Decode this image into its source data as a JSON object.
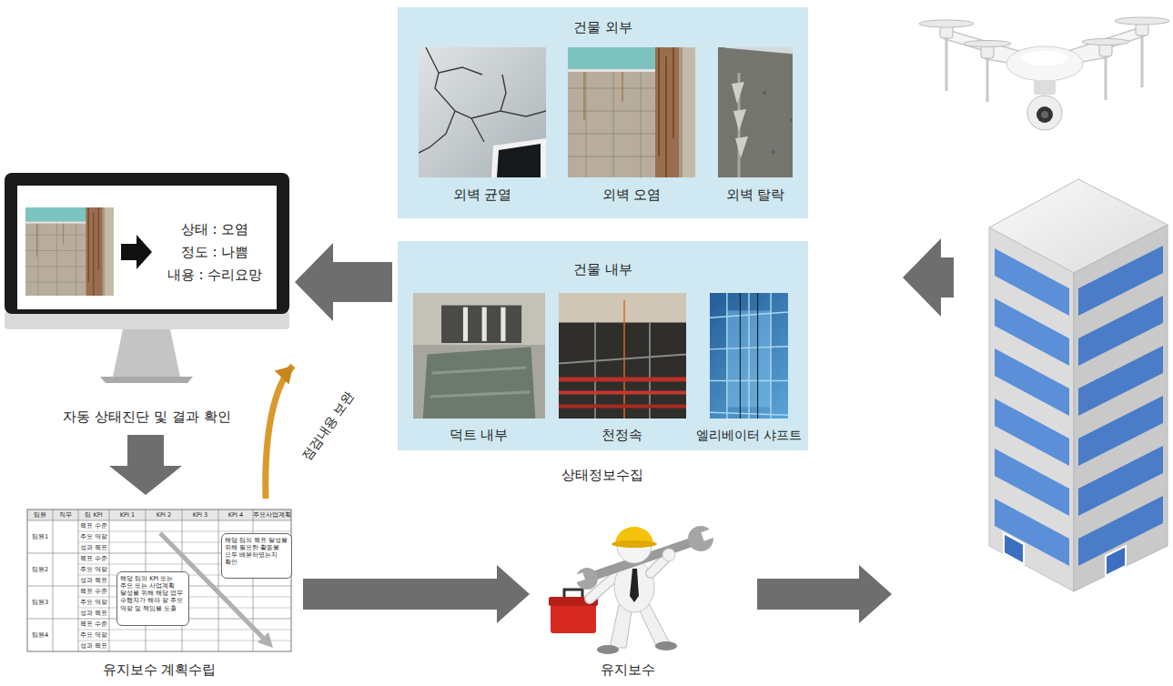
{
  "diagram": {
    "nodes": [
      {
        "text": [
          "건물 외부"
        ]
      },
      {
        "text": [
          "외벽 균열"
        ],
        "in": 0
      },
      {
        "text": [
          "외벽 오염"
        ],
        "in": 0
      },
      {
        "text": [
          "외벽 탈락"
        ],
        "in": 0
      },
      {
        "text": [
          "건물 내부"
        ]
      },
      {
        "text": [
          "덕트 내부"
        ],
        "in": 4
      },
      {
        "text": [
          "천정속"
        ],
        "in": 4
      },
      {
        "text": [
          "엘리베이터 샤프트"
        ],
        "in": 4
      },
      {
        "text": [
          "상태 : 오염",
          "정도 : 나쁨",
          "내용 : 수리요망",
          "자동 상태진단 및 결과 확인"
        ]
      },
      {
        "text": [
          "유지보수 계획수립"
        ]
      },
      {
        "text": [
          "해당 팀의 KPI 또는 주요 또는 사업계획 달성을 위해 해당 업무 수행자가 해야 할 주요 역할 및 책임을 도출"
        ],
        "in": 9
      },
      {
        "text": [
          "해당 팀의 목표 달성을 위해 필요한 활동을 모두 배분하였는지 확인"
        ],
        "in": 9
      },
      {
        "text": [
          "유지보수"
        ]
      }
    ],
    "edges": [
      {
        "from": 4,
        "to": 8,
        "arrow": "to"
      },
      {
        "from": 8,
        "to": 9,
        "arrow": "to"
      },
      {
        "from": 9,
        "to": 8,
        "label": "점검내용 보완",
        "arrow": "to"
      },
      {
        "from": 9,
        "to": 12,
        "arrow": "to"
      }
    ],
    "labels": [
      "상태정보수집",
      "팀원",
      "직무",
      "팀 KPI",
      "KPI 1",
      "KPI 2",
      "KPI 3",
      "KPI 4",
      "주요사업계획",
      "팀원1",
      "목표 수준",
      "주요 역할",
      "성과 목표",
      "팀원2",
      "목표 수준",
      "주요 역할",
      "성과 목표",
      "팀원3",
      "목표 수준",
      "주요 역할",
      "성과 목표",
      "팀원4",
      "목표 수준",
      "주요 역할",
      "성과 목표"
    ]
  }
}
